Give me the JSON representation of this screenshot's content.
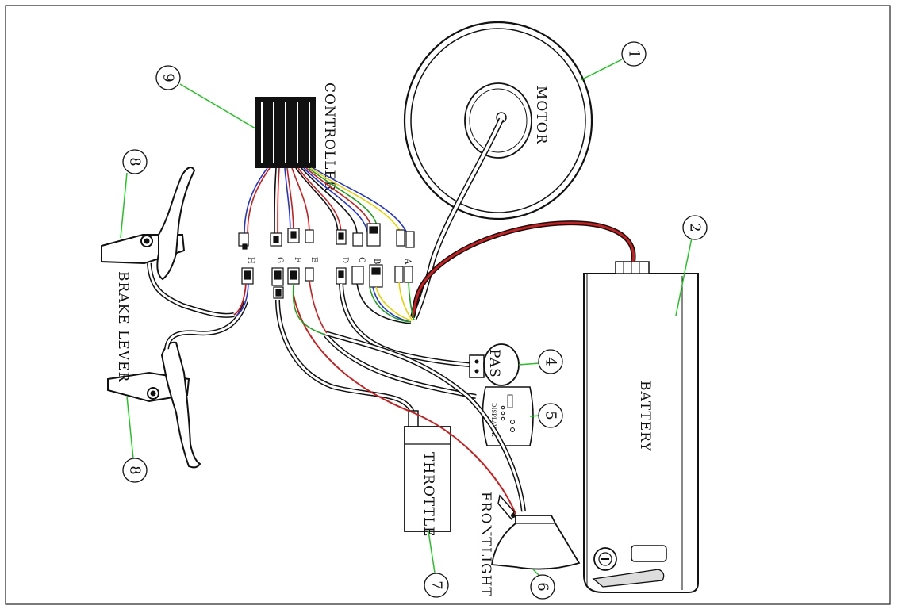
{
  "labels": {
    "controller": "CONTROLLER",
    "motor": "MOTOR",
    "battery": "BATTERY",
    "brake_lever": "BRAKE LEVER",
    "pas": "PAS",
    "displayer": "DISPLAYER",
    "throttle": "THROTTLE",
    "front": "FRONT",
    "light": "LIGHT"
  },
  "callouts": {
    "n1": "1",
    "n2": "2",
    "n4": "4",
    "n5": "5",
    "n6": "6",
    "n7": "7",
    "n8a": "8",
    "n8b": "8",
    "n9": "9"
  },
  "connectors": {
    "a": "A",
    "b": "B",
    "c": "C",
    "d": "D",
    "e": "E",
    "f": "F",
    "g": "G",
    "h": "H"
  },
  "colors": {
    "wire_red": "#c81e1e",
    "wire_blue": "#2436c8",
    "wire_green": "#20a020",
    "wire_yellow": "#e6d200",
    "leader_green": "#22c422",
    "outline": "#111111"
  }
}
